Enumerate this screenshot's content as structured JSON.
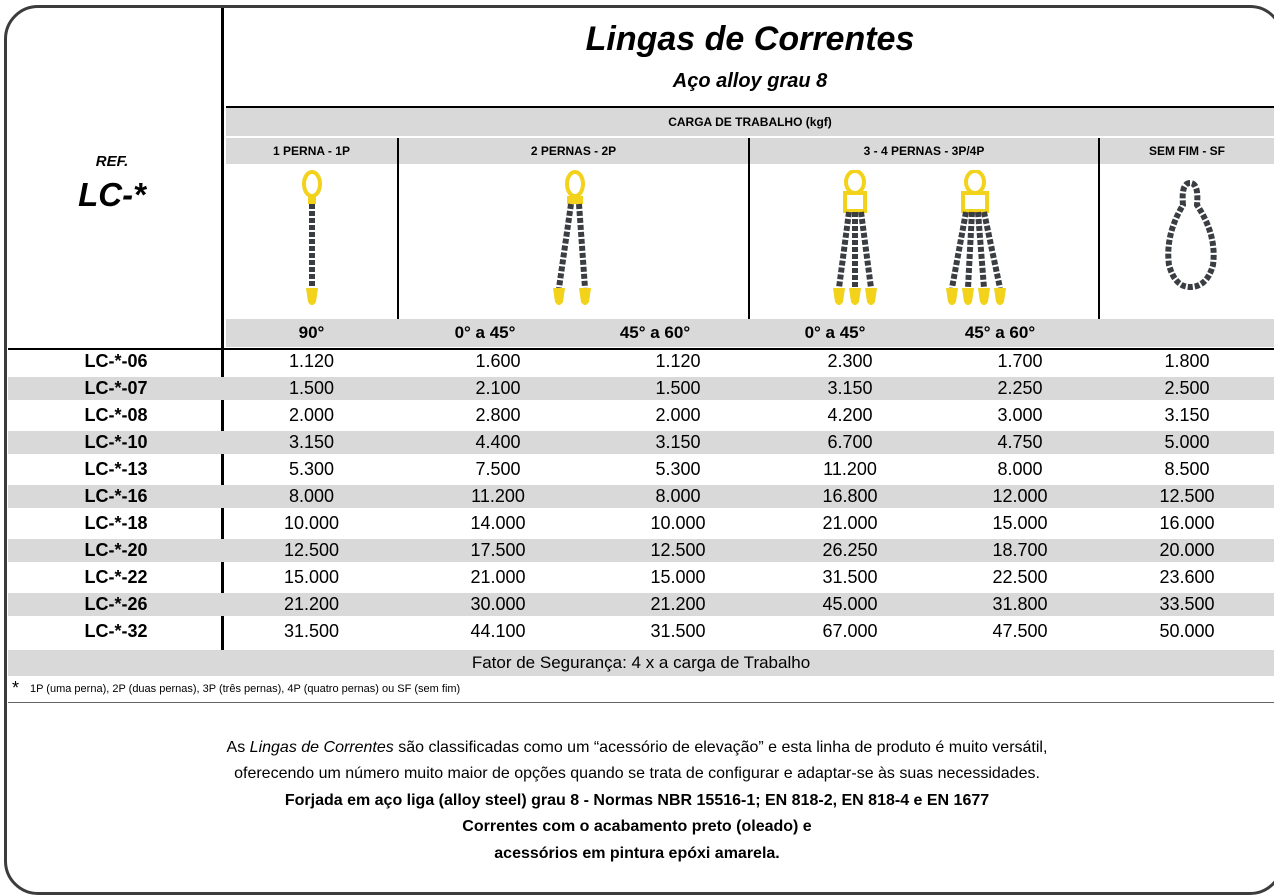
{
  "header": {
    "title": "Lingas de Correntes",
    "subtitle": "Aço alloy grau 8",
    "ref_label": "REF.",
    "ref_code": "LC-*",
    "carga": "CARGA DE TRABALHO (kgf)"
  },
  "legs": [
    "1 PERNA - 1P",
    "2 PERNAS - 2P",
    "3 - 4 PERNAS - 3P/4P",
    "SEM FIM - SF"
  ],
  "angles": [
    "90°",
    "0° a 45°",
    "45° a 60°",
    "0° a 45°",
    "45° a 60°"
  ],
  "table": {
    "rows": [
      {
        "code": "LC-*-06",
        "v": [
          "1.120",
          "1.600",
          "1.120",
          "2.300",
          "1.700",
          "1.800"
        ]
      },
      {
        "code": "LC-*-07",
        "v": [
          "1.500",
          "2.100",
          "1.500",
          "3.150",
          "2.250",
          "2.500"
        ]
      },
      {
        "code": "LC-*-08",
        "v": [
          "2.000",
          "2.800",
          "2.000",
          "4.200",
          "3.000",
          "3.150"
        ]
      },
      {
        "code": "LC-*-10",
        "v": [
          "3.150",
          "4.400",
          "3.150",
          "6.700",
          "4.750",
          "5.000"
        ]
      },
      {
        "code": "LC-*-13",
        "v": [
          "5.300",
          "7.500",
          "5.300",
          "11.200",
          "8.000",
          "8.500"
        ]
      },
      {
        "code": "LC-*-16",
        "v": [
          "8.000",
          "11.200",
          "8.000",
          "16.800",
          "12.000",
          "12.500"
        ]
      },
      {
        "code": "LC-*-18",
        "v": [
          "10.000",
          "14.000",
          "10.000",
          "21.000",
          "15.000",
          "16.000"
        ]
      },
      {
        "code": "LC-*-20",
        "v": [
          "12.500",
          "17.500",
          "12.500",
          "26.250",
          "18.700",
          "20.000"
        ]
      },
      {
        "code": "LC-*-22",
        "v": [
          "15.000",
          "21.000",
          "15.000",
          "31.500",
          "22.500",
          "23.600"
        ]
      },
      {
        "code": "LC-*-26",
        "v": [
          "21.200",
          "30.000",
          "21.200",
          "45.000",
          "31.800",
          "33.500"
        ]
      },
      {
        "code": "LC-*-32",
        "v": [
          "31.500",
          "44.100",
          "31.500",
          "67.000",
          "47.500",
          "50.000"
        ]
      }
    ]
  },
  "fator": "Fator de Segurança: 4 x a carga de Trabalho",
  "footnote": {
    "star": "*",
    "text": "1P (uma perna), 2P (duas pernas), 3P (três pernas), 4P (quatro pernas) ou SF (sem fim)"
  },
  "description": {
    "line1_pre": "As ",
    "line1_em": "Lingas de Correntes",
    "line1_post": "  são classificadas como um “acessório de elevação” e esta linha de produto é muito versátil,",
    "line2": "oferecendo um número muito maior de opções quando se trata de configurar e adaptar-se às suas necessidades.",
    "line3": "Forjada em aço liga (alloy steel) grau 8 - Normas NBR 15516-1; EN 818-2, EN 818-4 e EN 1677",
    "line4": "Correntes com o acabamento preto (oleado) e",
    "line5": "acessórios em pintura epóxi amarela."
  },
  "colors": {
    "shade": "#d9d9d9",
    "chain": "#3a3d42",
    "hardware_yellow": "#f2d21b"
  }
}
